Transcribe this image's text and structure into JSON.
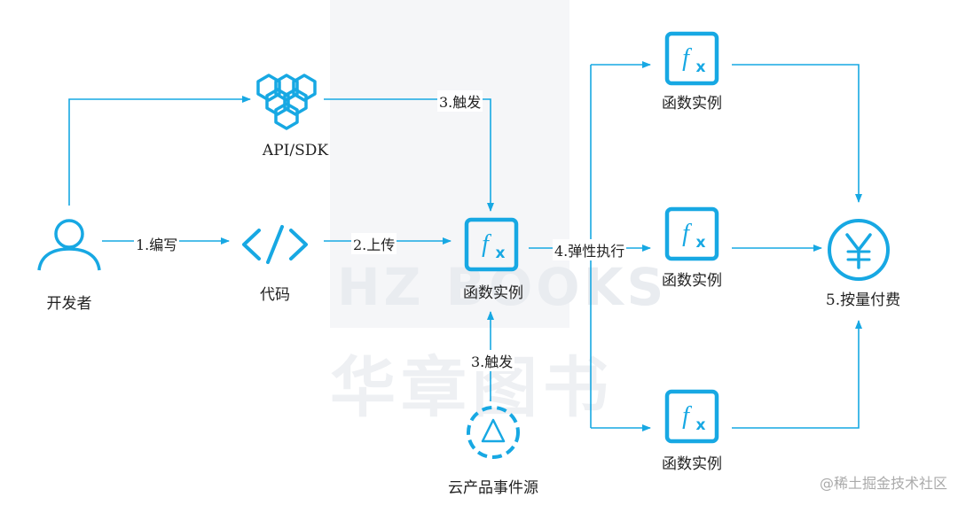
{
  "colors": {
    "accent": "#17a8e3",
    "watermark": "#eef0f3"
  },
  "watermark": {
    "hz_text": "HZ BOOKS",
    "cn_text": "华章图书"
  },
  "nodes": {
    "developer": {
      "label": "开发者",
      "icon": "user-icon"
    },
    "code": {
      "label": "代码",
      "icon": "code-icon"
    },
    "api_sdk": {
      "label": "API/SDK",
      "icon": "hexagon-cluster-icon"
    },
    "function_center": {
      "label": "函数实例",
      "icon": "function-icon"
    },
    "event_source": {
      "label": "云产品事件源",
      "icon": "triangle-event-icon"
    },
    "function_top": {
      "label": "函数实例",
      "icon": "function-icon"
    },
    "function_middle": {
      "label": "函数实例",
      "icon": "function-icon"
    },
    "function_bottom": {
      "label": "函数实例",
      "icon": "function-icon"
    },
    "billing": {
      "label": "5.按量付费",
      "icon": "yen-icon"
    }
  },
  "edges": {
    "write": "1.编写",
    "upload": "2.上传",
    "trigger_api": "3.触发",
    "trigger_event": "3.触发",
    "elastic_exec": "4.弹性执行"
  },
  "credit": "@稀土掘金技术社区"
}
